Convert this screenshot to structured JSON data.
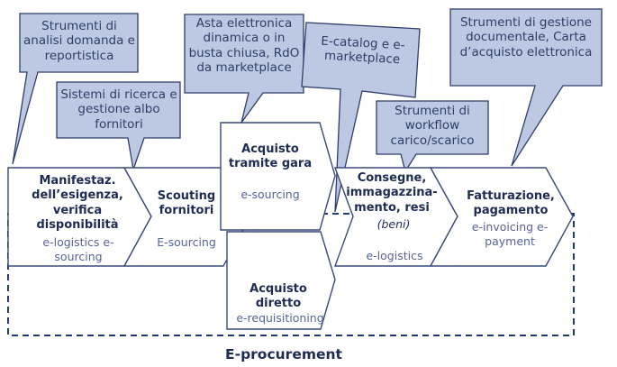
{
  "colors": {
    "callout_fill": "#bdc9e2",
    "callout_border": "#2f3e6a",
    "box_border": "#3a4a78",
    "dashed_border": "#243a74",
    "bold_text": "#1e2c54",
    "sub_text": "#55659a"
  },
  "callouts": {
    "c1": "Strumenti di analisi domanda e reportistica",
    "c2": "Sistemi di ricerca e gestione albo fornitori",
    "c3": "Asta elettronica dinamica o in busta chiusa, RdO da marketplace",
    "c4": "E-catalog e e-marketplace",
    "c5": "Strumenti di workflow carico/scarico",
    "c6": "Strumenti di gestione documentale, Carta d’acquisto elettronica"
  },
  "steps": {
    "s1": {
      "title": "Manifestaz. dell’esigenza, verifica disponibilità",
      "sub": "e-logistics e-sourcing"
    },
    "s2": {
      "title": "Scouting fornitori",
      "sub": "E-sourcing"
    },
    "s3": {
      "title": "Acquisto tramite gara",
      "sub": "e-sourcing"
    },
    "s4": {
      "title": "Acquisto diretto",
      "sub": "e-requisitioning"
    },
    "s5": {
      "title": "Consegne, immagazzina- mento, resi",
      "note": "(beni)",
      "sub": "e-logistics"
    },
    "s6": {
      "title": "Fatturazione, pagamento",
      "sub": "e-invoicing e-payment"
    }
  },
  "footer_label": "E-procurement"
}
